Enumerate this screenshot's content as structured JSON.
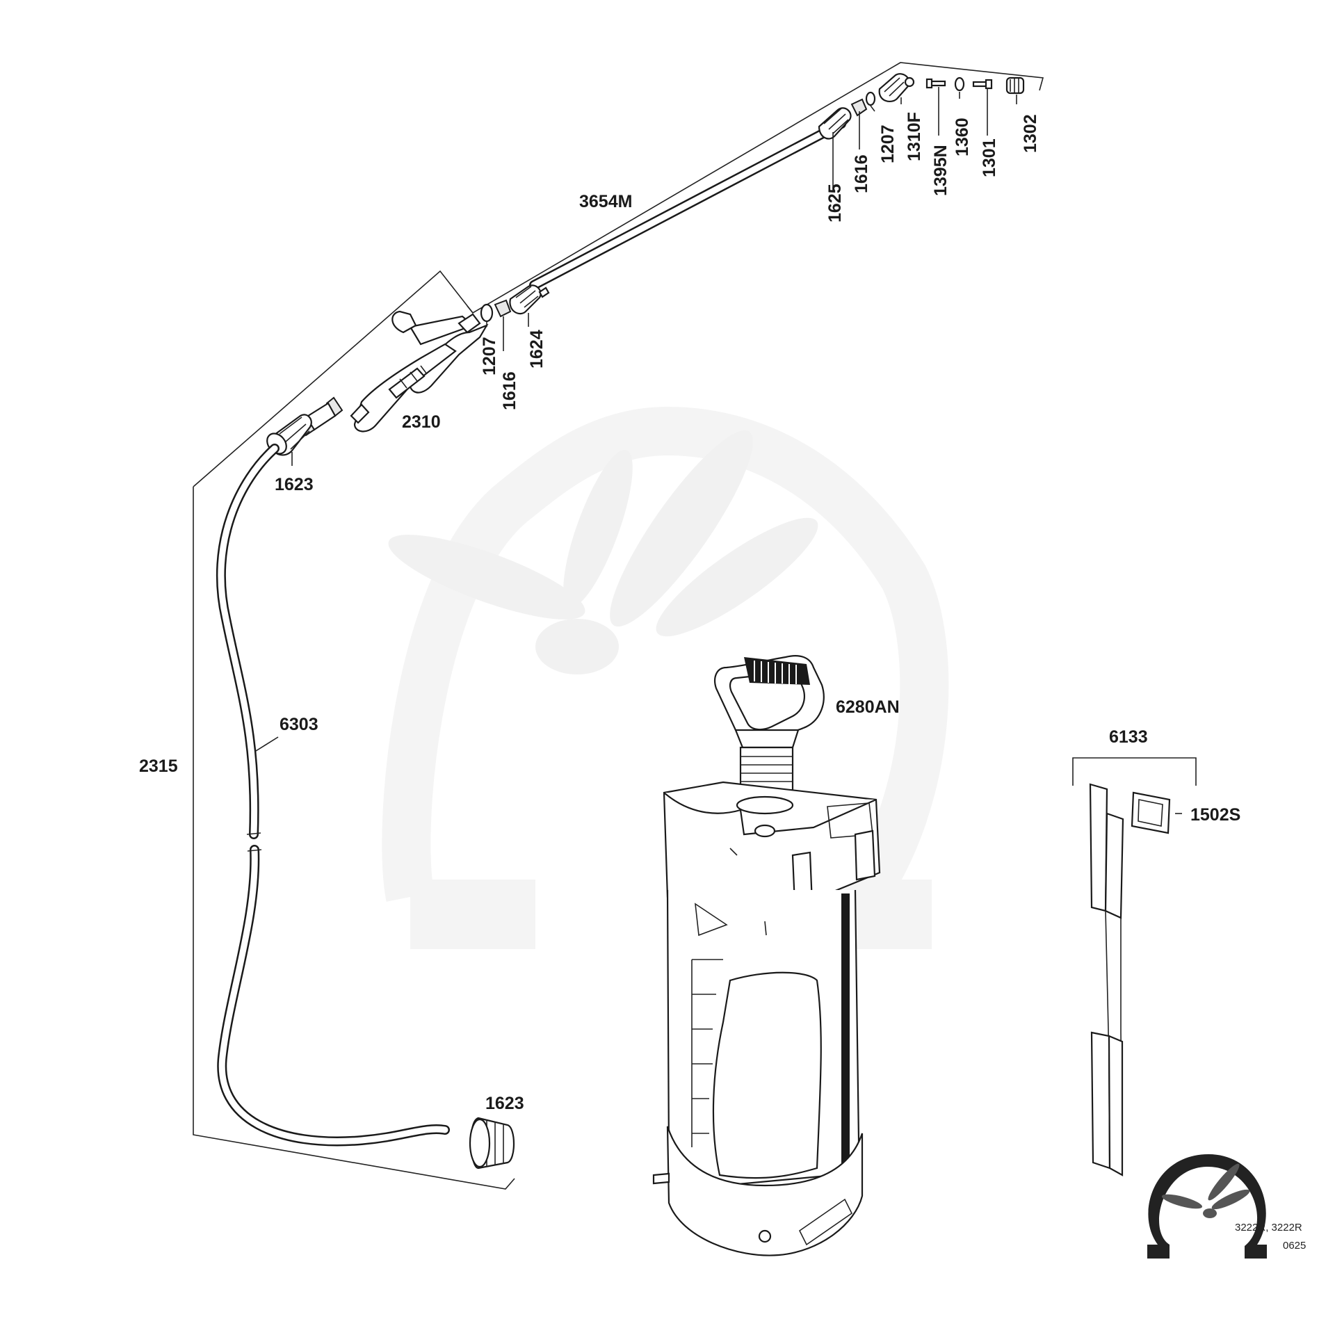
{
  "colors": {
    "line": "#1a1a1a",
    "watermark": "#f2f2f2",
    "background": "#ffffff"
  },
  "labels": {
    "p3654M": "3654M",
    "p1625": "1625",
    "p1616_top": "1616",
    "p1207_top": "1207",
    "p1310F": "1310F",
    "p1395N": "1395N",
    "p1360": "1360",
    "p1301": "1301",
    "p1302": "1302",
    "p1207_left": "1207",
    "p1616_left": "1616",
    "p1624": "1624",
    "p2310": "2310",
    "p1623_top": "1623",
    "p6303": "6303",
    "p2315": "2315",
    "p1623_bottom": "1623",
    "p6280AN": "6280AN",
    "p6133": "6133",
    "p1502S": "1502S"
  },
  "footer": {
    "models": "3222R, 3222R",
    "code": "0625"
  },
  "logo": {
    "icon": "omega-dragonfly-logo"
  }
}
